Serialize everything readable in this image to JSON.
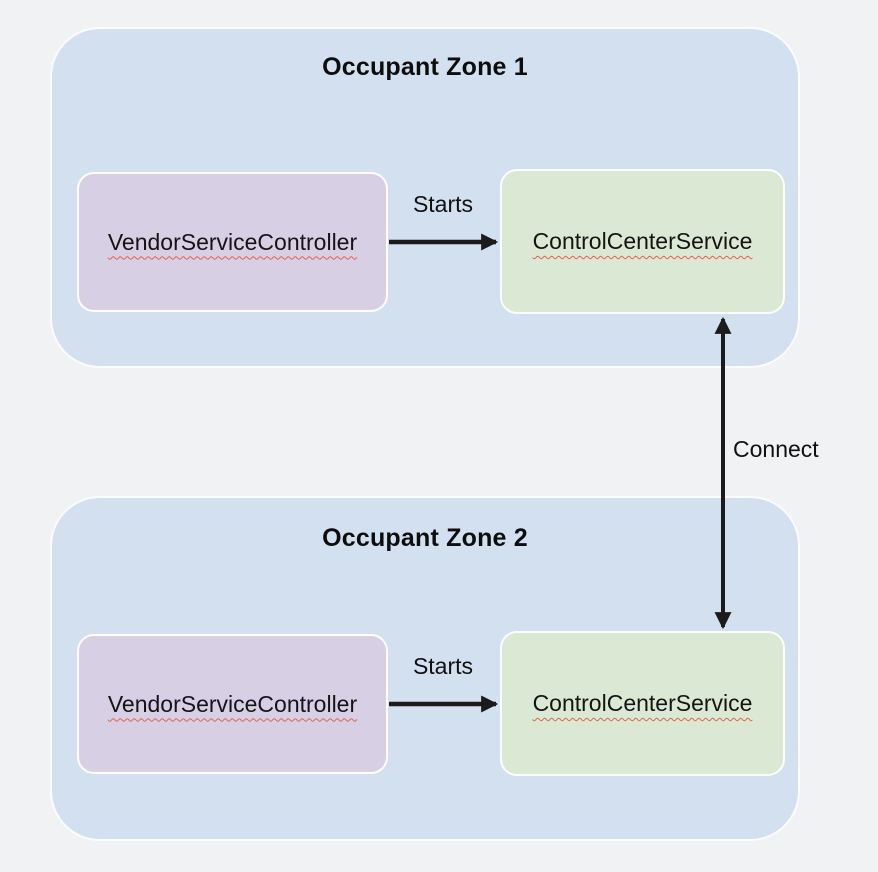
{
  "zones": [
    {
      "title": "Occupant Zone 1",
      "nodes": [
        {
          "id": "vendor-service-controller",
          "label": "VendorServiceController"
        },
        {
          "id": "control-center-service",
          "label": "ControlCenterService"
        }
      ],
      "edge_label": "Starts"
    },
    {
      "title": "Occupant Zone 2",
      "nodes": [
        {
          "id": "vendor-service-controller",
          "label": "VendorServiceController"
        },
        {
          "id": "control-center-service",
          "label": "ControlCenterService"
        }
      ],
      "edge_label": "Starts"
    }
  ],
  "connect_edge": {
    "label": "Connect"
  },
  "colors": {
    "page_background": "#f1f2f4",
    "zone_fill": "#d3e0f0",
    "vendor_node_fill": "#d7d0e5",
    "control_node_fill": "#dbe9d4",
    "node_border": "#fdfdfe",
    "arrow": "#1b1b1b",
    "spellcheck_underline": "#e06055",
    "text": "#0d0d0d"
  }
}
